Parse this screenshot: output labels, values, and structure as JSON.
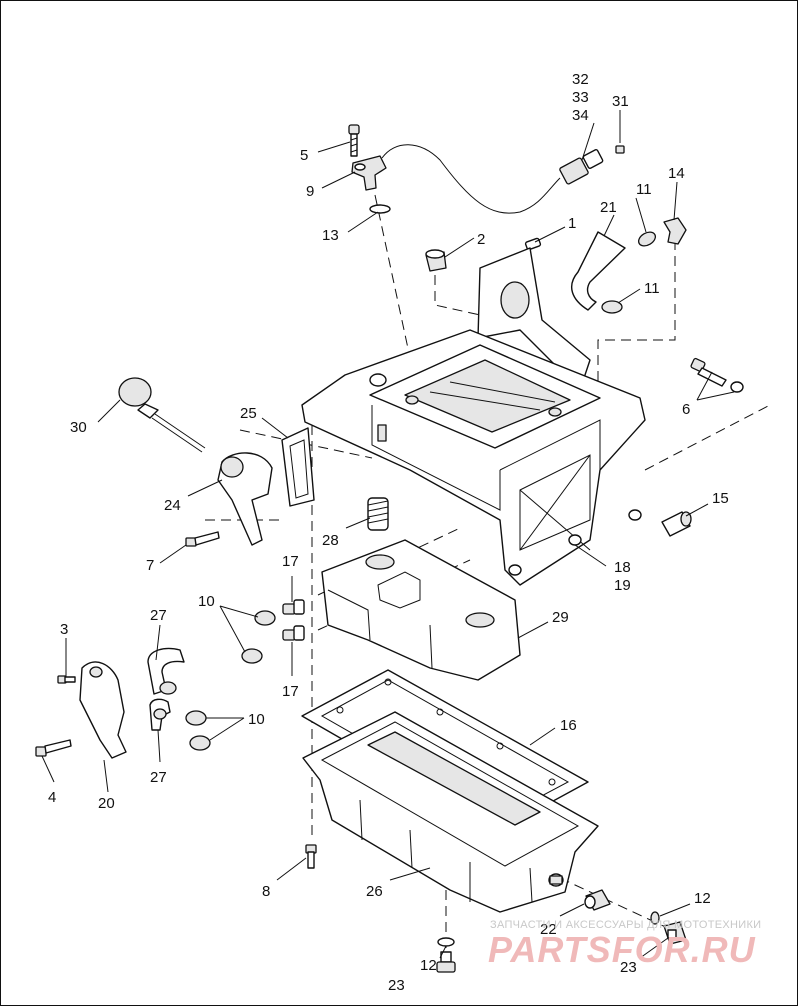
{
  "callouts": {
    "c32": "32",
    "c33": "33",
    "c34": "34",
    "c31": "31",
    "c5": "5",
    "c9": "9",
    "c13": "13",
    "c1": "1",
    "c2": "2",
    "c21": "21",
    "c11a": "11",
    "c14": "14",
    "c11b": "11",
    "c6": "6",
    "c30": "30",
    "c25": "25",
    "c24": "24",
    "c7": "7",
    "c28": "28",
    "c15": "15",
    "c17a": "17",
    "c18": "18",
    "c19": "19",
    "c10a": "10",
    "c27a": "27",
    "c3": "3",
    "c29": "29",
    "c17b": "17",
    "c10b": "10",
    "c27b": "27",
    "c16": "16",
    "c4": "4",
    "c20": "20",
    "c8": "8",
    "c26": "26",
    "c12a": "12",
    "c22": "22",
    "c12b": "12",
    "c23a": "23",
    "c23b": "23"
  },
  "watermark": {
    "caption": "ЗАПЧАСТИ И АКСЕССУАРЫ ДЛЯ МОТОТЕХНИКИ",
    "brand": "PARTSFOR.RU"
  }
}
